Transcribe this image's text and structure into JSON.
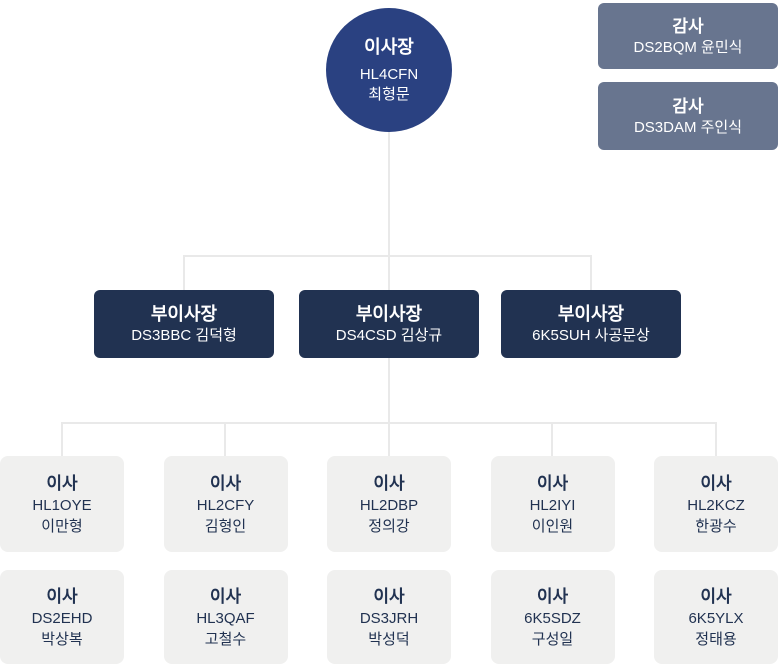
{
  "colors": {
    "chairman_circle": "#2a4181",
    "vice_box": "#213251",
    "auditor_box": "#68758f",
    "director_box": "#f0f0ef",
    "director_text": "#213251",
    "connector_line": "#e9e9e9",
    "background": "#ffffff"
  },
  "chairman": {
    "title": "이사장",
    "callsign": "HL4CFN",
    "name": "최형문"
  },
  "auditors": [
    {
      "title": "감사",
      "line": "DS2BQM 윤민식"
    },
    {
      "title": "감사",
      "line": "DS3DAM 주인식"
    }
  ],
  "vice_chairmen": [
    {
      "title": "부이사장",
      "line": "DS3BBC 김덕형"
    },
    {
      "title": "부이사장",
      "line": "DS4CSD 김상규"
    },
    {
      "title": "부이사장",
      "line": "6K5SUH 사공문상"
    }
  ],
  "directors_row1": [
    {
      "title": "이사",
      "callsign": "HL1OYE",
      "name": "이만형"
    },
    {
      "title": "이사",
      "callsign": "HL2CFY",
      "name": "김형인"
    },
    {
      "title": "이사",
      "callsign": "HL2DBP",
      "name": "정의강"
    },
    {
      "title": "이사",
      "callsign": "HL2IYI",
      "name": "이인원"
    },
    {
      "title": "이사",
      "callsign": "HL2KCZ",
      "name": "한광수"
    }
  ],
  "directors_row2": [
    {
      "title": "이사",
      "callsign": "DS2EHD",
      "name": "박상복"
    },
    {
      "title": "이사",
      "callsign": "HL3QAF",
      "name": "고철수"
    },
    {
      "title": "이사",
      "callsign": "DS3JRH",
      "name": "박성덕"
    },
    {
      "title": "이사",
      "callsign": "6K5SDZ",
      "name": "구성일"
    },
    {
      "title": "이사",
      "callsign": "6K5YLX",
      "name": "정태용"
    }
  ]
}
